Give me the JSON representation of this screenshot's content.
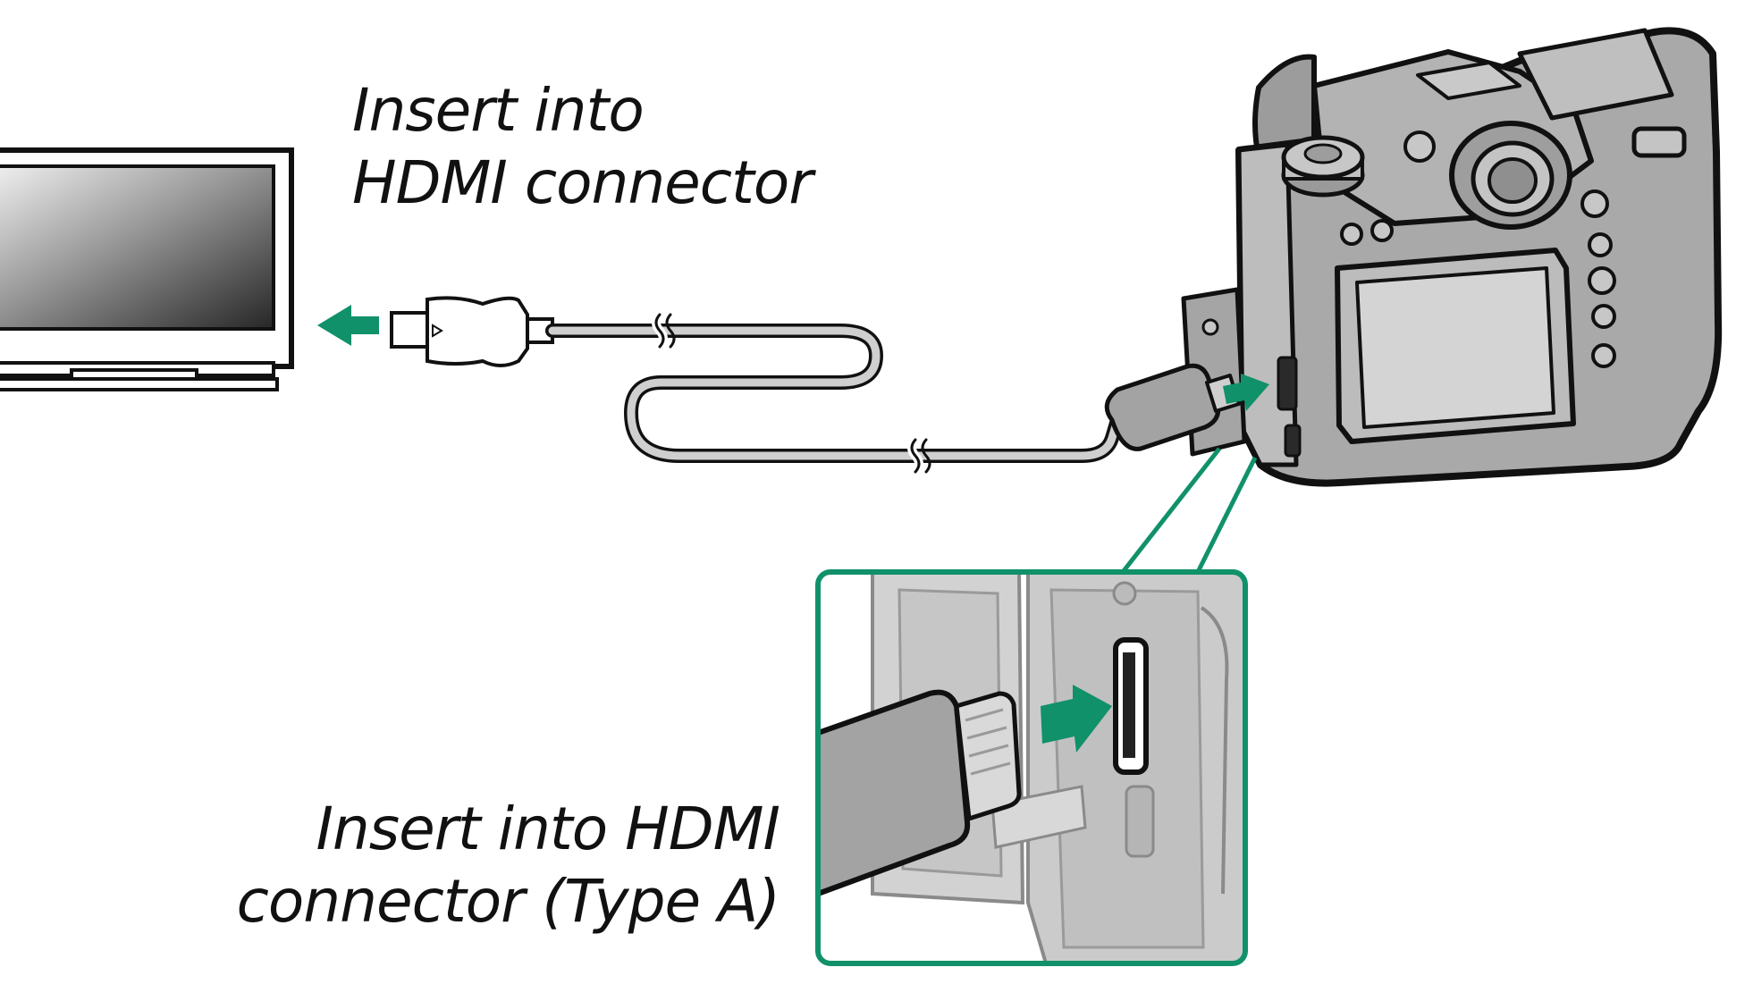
{
  "labels": {
    "tv": [
      "Insert into",
      "HDMI connector"
    ],
    "camera": [
      "Insert into HDMI",
      "connector (Type A)"
    ]
  },
  "colors": {
    "accent": "#10916a",
    "outline": "#111111",
    "body": "#a9a9a9",
    "body_light": "#cfcfcf"
  }
}
